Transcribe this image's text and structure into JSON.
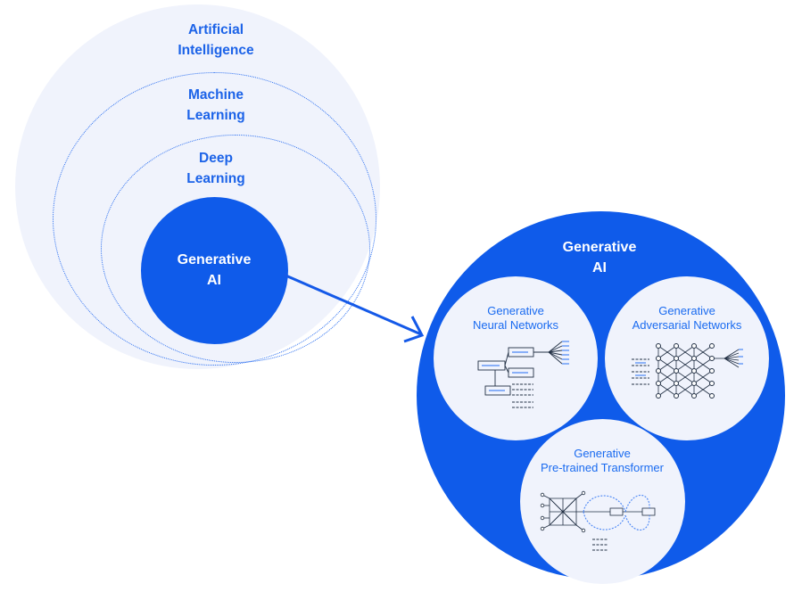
{
  "outer": {
    "artificial_intelligence": [
      "Artificial",
      "Intelligence"
    ],
    "machine_learning": [
      "Machine",
      "Learning"
    ],
    "deep_learning": [
      "Deep",
      "Learning"
    ],
    "generative_ai": [
      "Generative",
      "AI"
    ]
  },
  "detail": {
    "title": [
      "Generative",
      "AI"
    ],
    "gnn": [
      "Generative",
      "Neural Networks"
    ],
    "gan": [
      "Generative",
      "Adversarial Networks"
    ],
    "gpt": [
      "Generative",
      "Pre-trained Transformer"
    ]
  },
  "colors": {
    "primary_blue": "#0f5bea",
    "text_blue": "#1c63e8",
    "pale_background": "#f0f3fc",
    "dotted_line": "#2a6ef0"
  }
}
